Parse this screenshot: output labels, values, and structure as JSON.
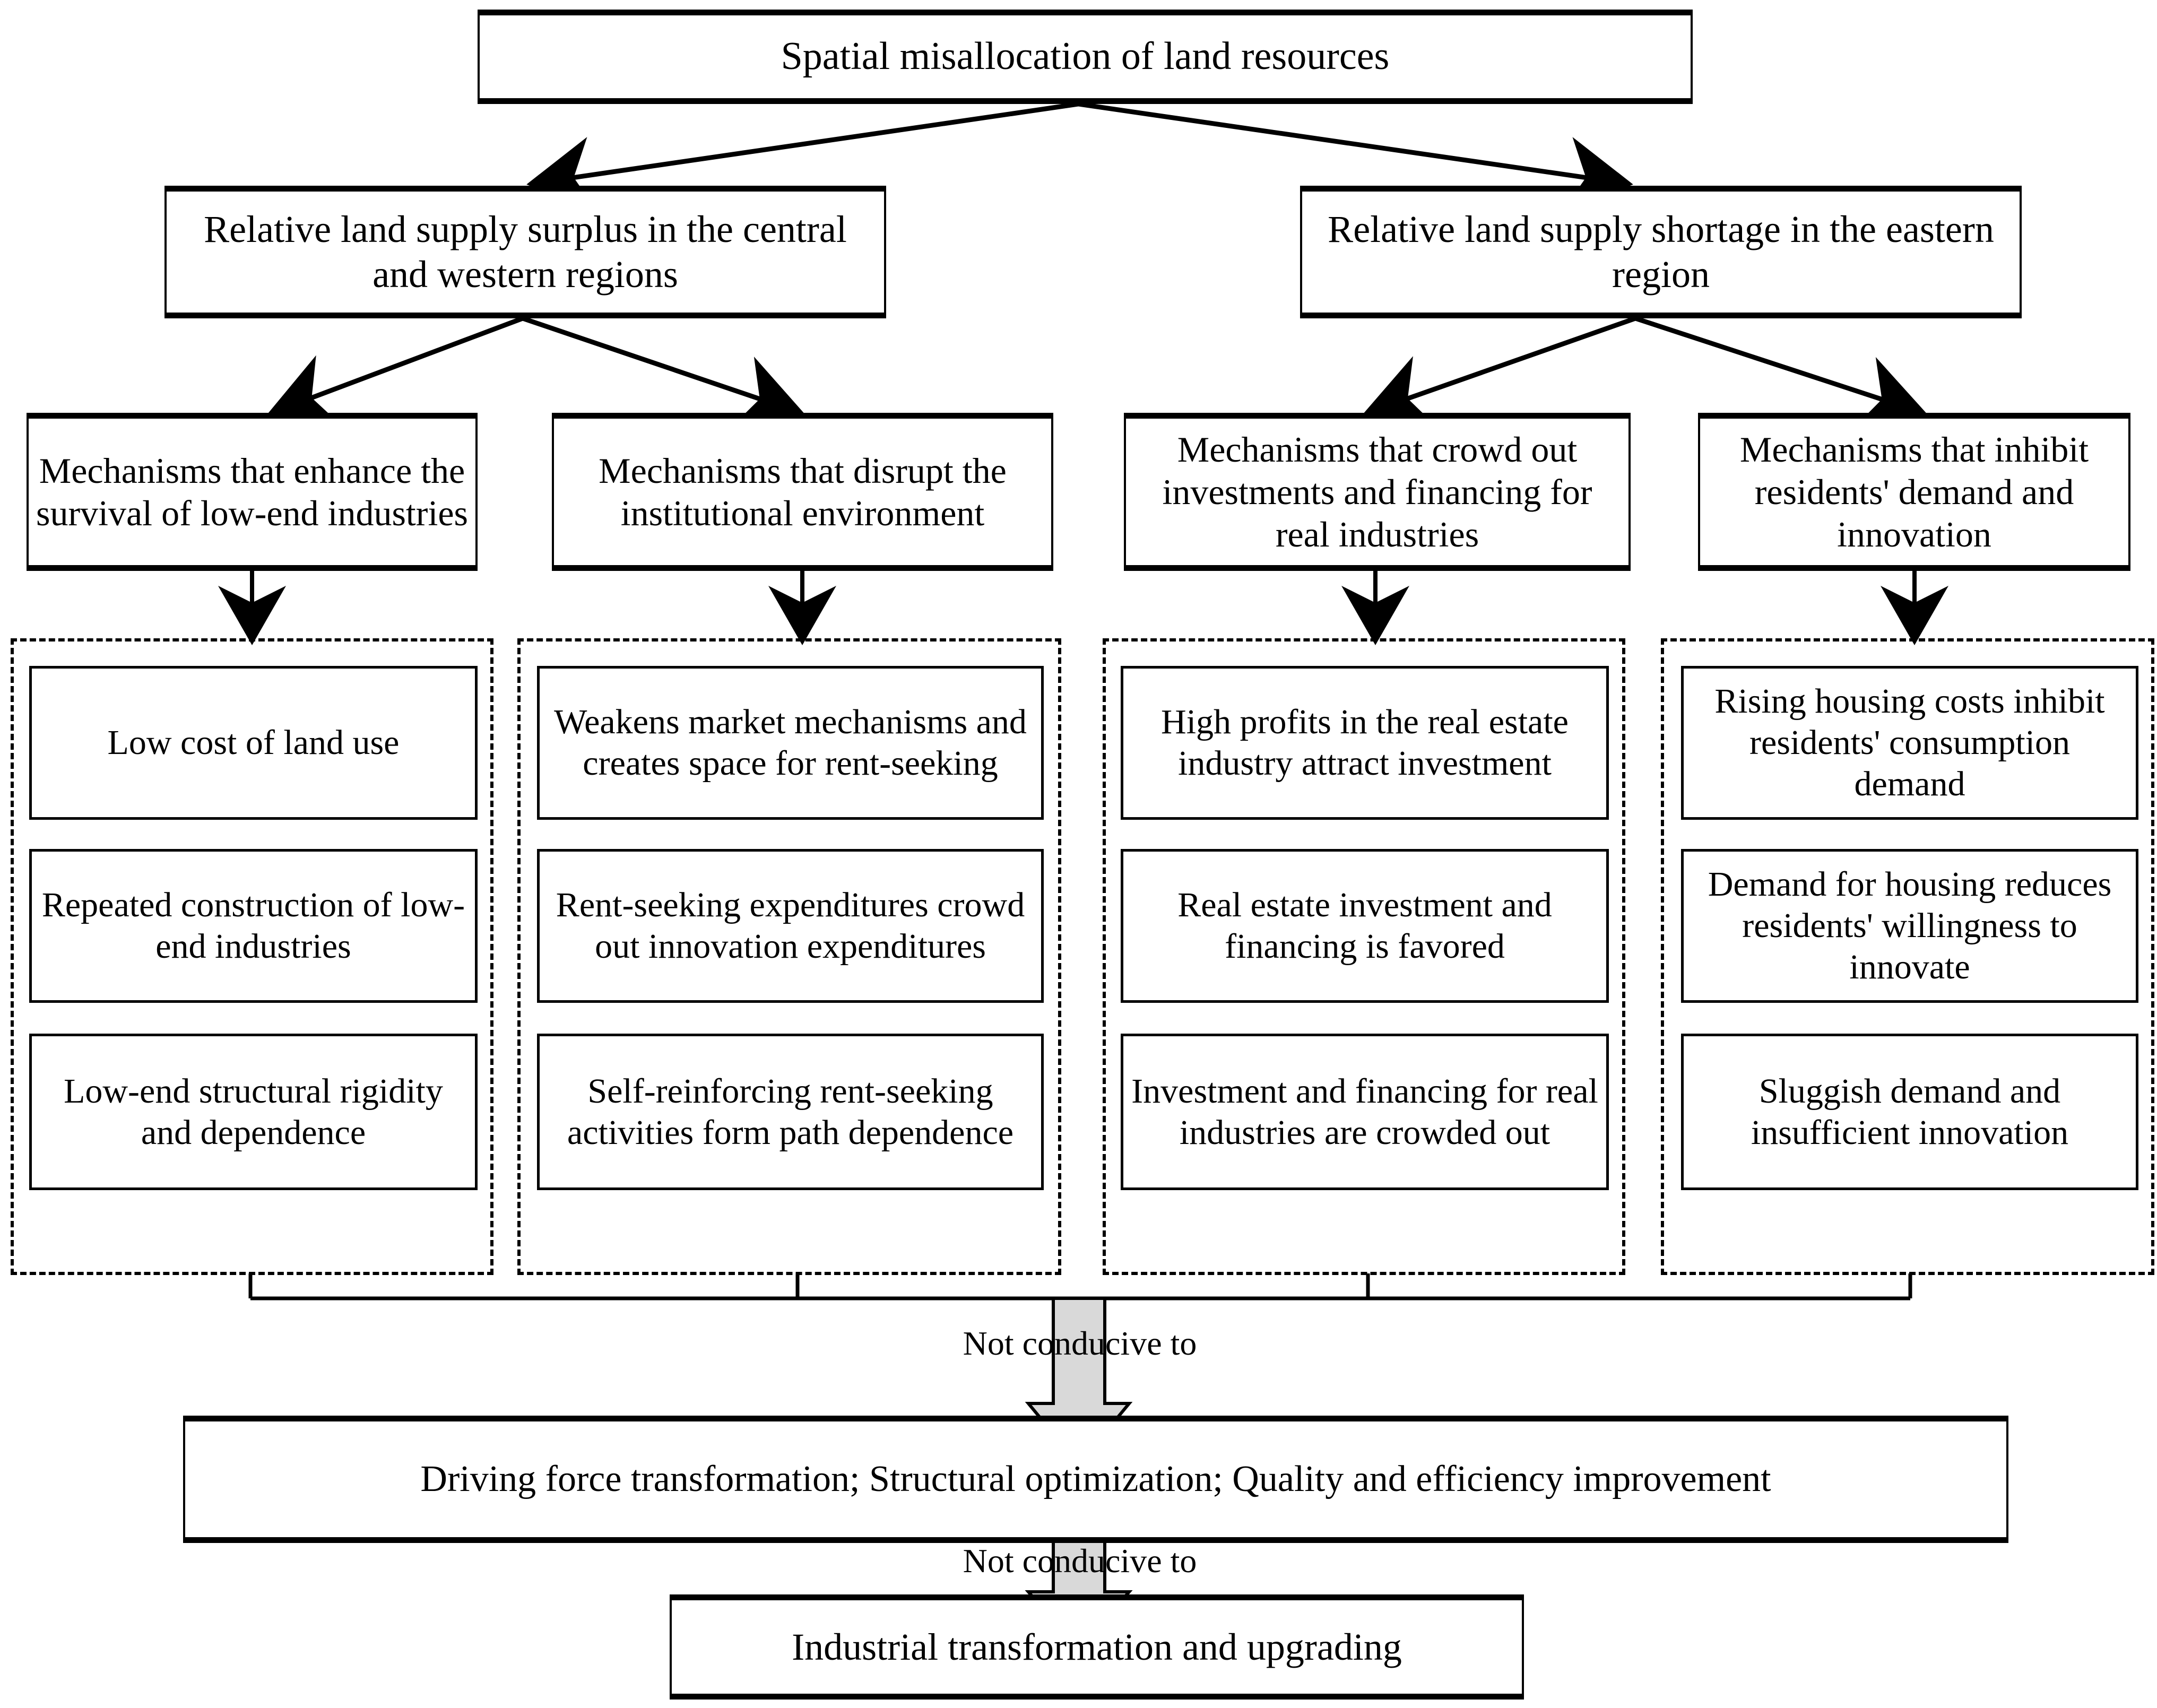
{
  "diagram": {
    "title": "Spatial misallocation of land resources",
    "root": {
      "label": "Spatial misallocation of land resources"
    },
    "level2": [
      {
        "label": "Relative land supply surplus in the central and western regions"
      },
      {
        "label": "Relative land supply shortage in the eastern region"
      }
    ],
    "level3": [
      {
        "label": "Mechanisms that enhance the survival of low-end industries"
      },
      {
        "label": "Mechanisms that disrupt the institutional environment"
      },
      {
        "label": "Mechanisms that crowd out investments and financing for real industries"
      },
      {
        "label": "Mechanisms that inhibit residents' demand and innovation"
      }
    ],
    "groups": [
      {
        "name": "low-end-industry-effects",
        "items": [
          "Low cost of land use",
          "Repeated construction of low-end industries",
          "Low-end structural rigidity and dependence"
        ]
      },
      {
        "name": "institutional-environment-effects",
        "items": [
          "Weakens market mechanisms and creates space for rent-seeking",
          "Rent-seeking expenditures crowd out innovation expenditures",
          "Self-reinforcing rent-seeking activities form path dependence"
        ]
      },
      {
        "name": "investment-financing-effects",
        "items": [
          "High profits in the real estate industry attract investment",
          "Real estate investment and financing is favored",
          "Investment and financing for real industries are crowded out"
        ]
      },
      {
        "name": "resident-demand-innovation-effects",
        "items": [
          "Rising housing costs inhibit residents' consumption demand",
          "Demand for housing reduces residents' willingness to innovate",
          "Sluggish demand and insufficient innovation"
        ]
      }
    ],
    "arrow_labels": {
      "first": "Not conducive to",
      "second": "Not conducive to"
    },
    "outcome": {
      "label": "Driving force transformation;  Structural optimization;  Quality and efficiency improvement"
    },
    "final": {
      "label": "Industrial transformation and upgrading"
    },
    "colors": {
      "stroke": "#000000",
      "background": "#ffffff",
      "block_arrow_fill": "#d9d9d9",
      "block_arrow_stroke": "#000000"
    }
  }
}
